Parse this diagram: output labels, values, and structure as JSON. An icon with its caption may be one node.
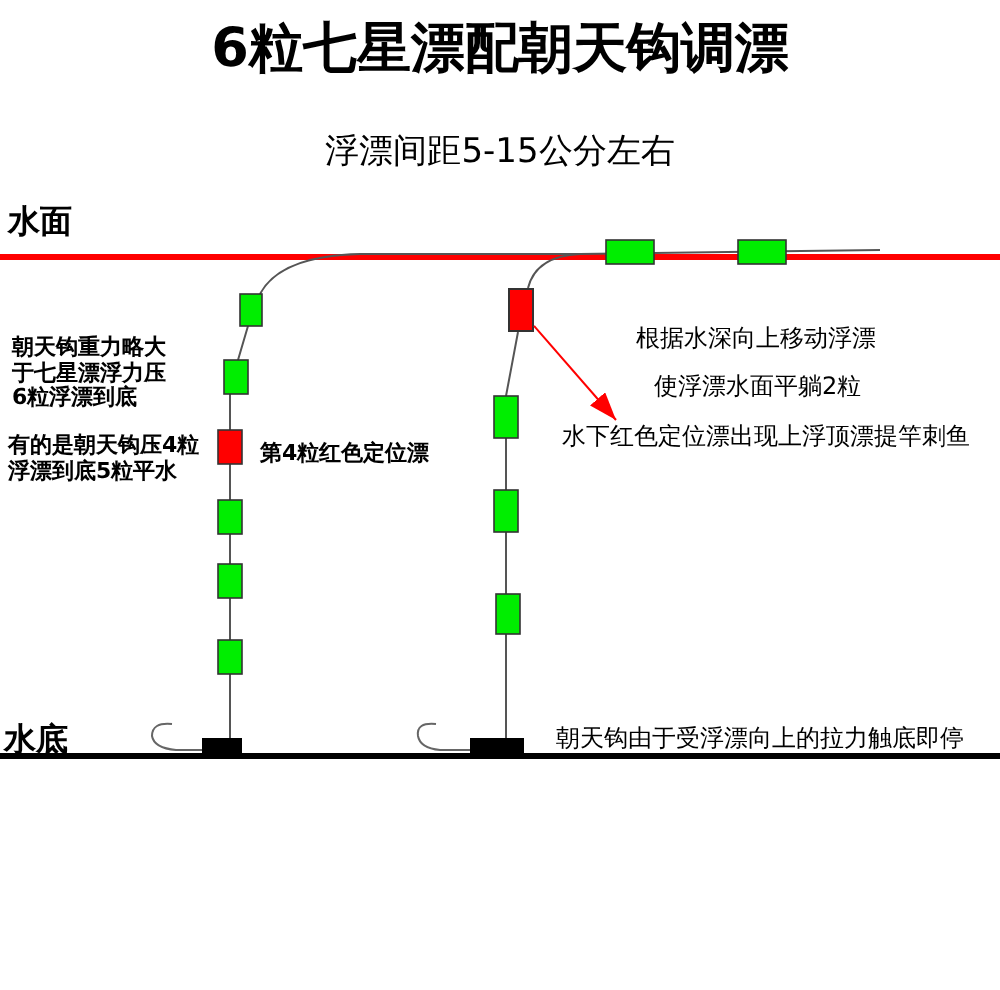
{
  "diagram": {
    "title": "6粒七星漂配朝天钩调漂",
    "nodes": [
      {
        "text": [],
        "shape": "box"
      },
      {
        "text": [
          "水下红色定位漂出现上浮顶漂提竿刺鱼"
        ]
      }
    ],
    "edges": [
      {
        "from": 0,
        "to": 1,
        "arrow": "to",
        "color": "#ff0000"
      }
    ],
    "labels": [
      "浮漂间距5-15公分左右",
      "水面",
      "朝天钩重力略大于七星漂浮力压6粒浮漂到底",
      "有的是朝天钩压4粒浮漂到底5粒平水",
      "第4粒红色定位漂",
      "根据水深向上移动浮漂",
      "使浮漂水面平躺2粒",
      "水底",
      "朝天钩由于受浮漂向上的拉力触底即停"
    ]
  }
}
